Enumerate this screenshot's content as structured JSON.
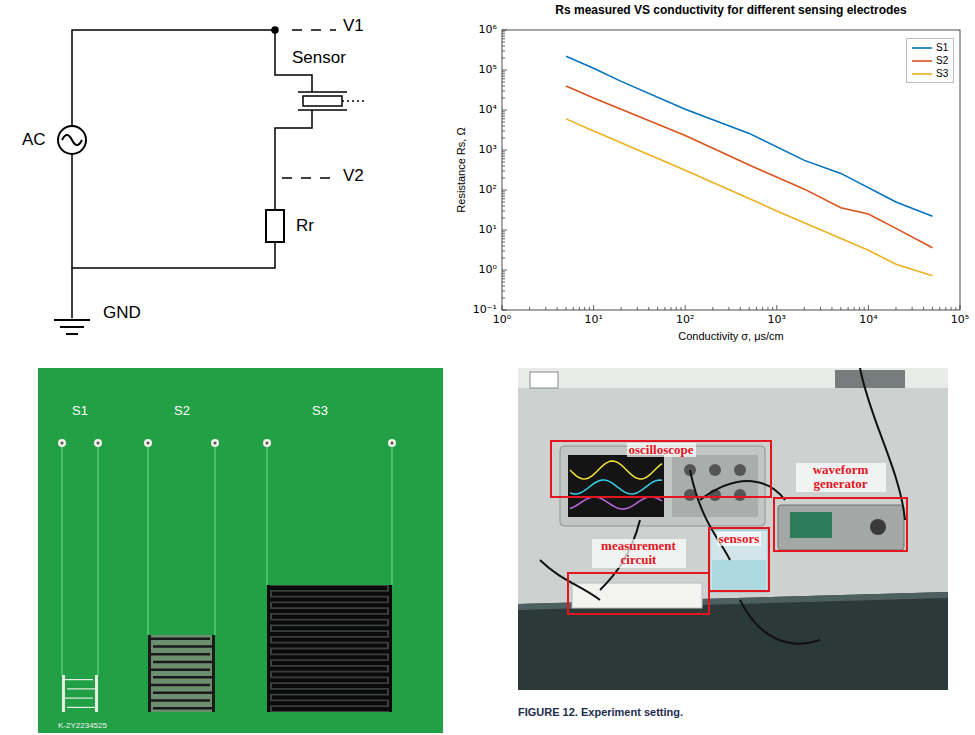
{
  "diagram": {
    "caption": "FIGURE 12. Experiment setting.",
    "nodes": [
      {
        "text": [
          "oscilloscope"
        ]
      },
      {
        "text": [
          "waveform generator"
        ]
      },
      {
        "text": [
          "sensors"
        ]
      },
      {
        "text": [
          "measurement circuit"
        ]
      }
    ],
    "labels": [
      "V1",
      "Sensor",
      "AC",
      "V2",
      "Rr",
      "GND",
      "Rs measured VS conductivity for different sensing electrodes",
      "Resistance Rs, Ω",
      "Conductivity σ, μs/cm",
      "10⁶",
      "10⁵",
      "10⁴",
      "10³",
      "10²",
      "10¹",
      "10⁰",
      "10⁻¹",
      "10⁰",
      "10¹",
      "10²",
      "10³",
      "10⁴",
      "10⁵",
      "S1",
      "S2",
      "S3",
      "K-2Y2234525"
    ],
    "legend": [
      {
        "text": "S1"
      },
      {
        "text": "S2"
      },
      {
        "text": "S3"
      }
    ]
  }
}
